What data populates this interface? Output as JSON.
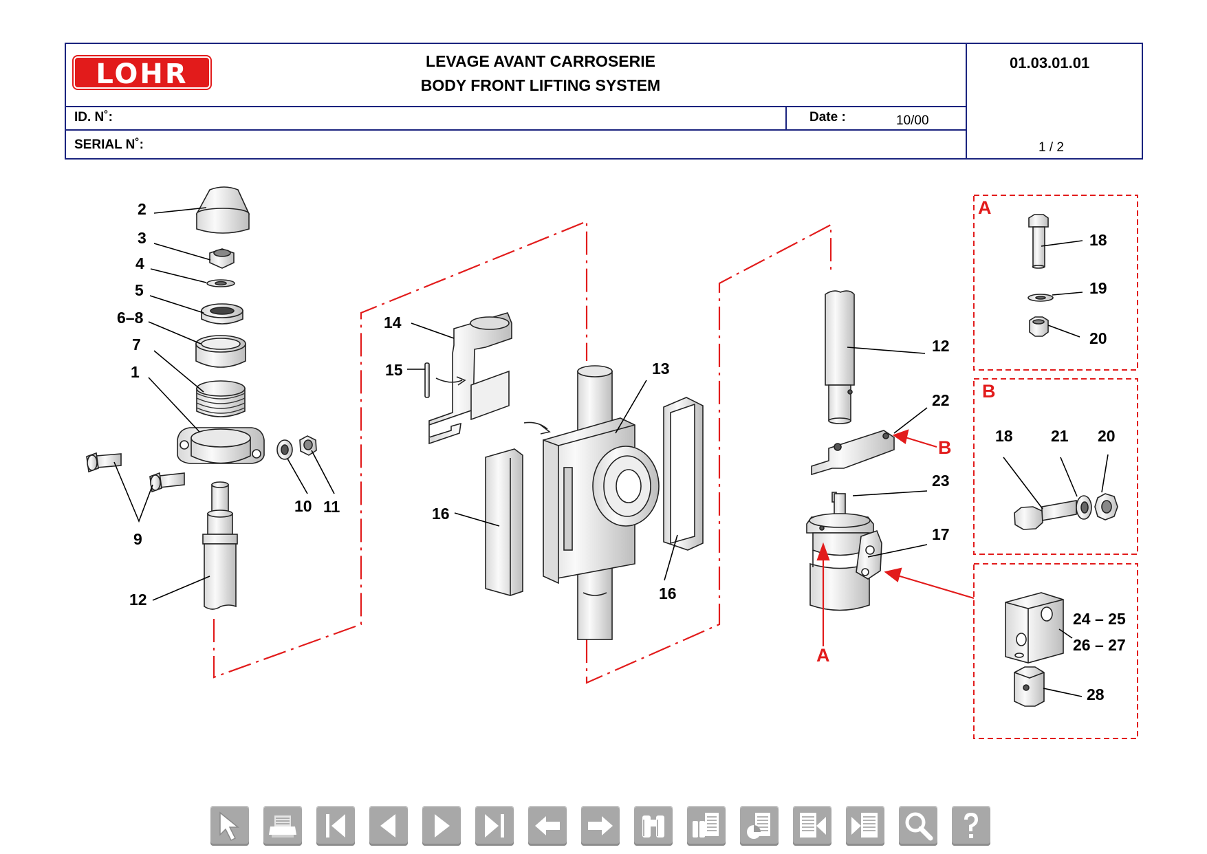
{
  "header": {
    "brand": "LOHR",
    "title_fr": "LEVAGE AVANT CARROSERIE",
    "title_en": "BODY FRONT LIFTING SYSTEM",
    "doc_number": "01.03.01.01",
    "id_label": "ID. N˚:",
    "id_value": "",
    "date_label": "Date :",
    "date_value": "10/00",
    "serial_label": "SERIAL N˚:",
    "serial_value": "",
    "page": "1 / 2"
  },
  "callouts": [
    "2",
    "3",
    "4",
    "5",
    "6–8",
    "7",
    "1",
    "9",
    "10",
    "11",
    "12",
    "14",
    "15",
    "16",
    "13",
    "16",
    "12",
    "22",
    "23",
    "17",
    "18",
    "19",
    "20",
    "18",
    "21",
    "20",
    "24 – 25",
    "26 – 27",
    "28"
  ],
  "detail_labels": {
    "a_box": "A",
    "b_box": "B",
    "b_arrow": "B",
    "a_arrow": "A"
  },
  "toolbar": {
    "buttons": [
      {
        "icon": "pointer-icon"
      },
      {
        "icon": "print-icon"
      },
      {
        "icon": "first-page-icon"
      },
      {
        "icon": "previous-page-icon"
      },
      {
        "icon": "next-page-icon"
      },
      {
        "icon": "last-page-icon"
      },
      {
        "icon": "back-icon"
      },
      {
        "icon": "forward-icon"
      },
      {
        "icon": "find-icon"
      },
      {
        "icon": "find-in-list-icon"
      },
      {
        "icon": "parts-list-icon"
      },
      {
        "icon": "export-list-icon"
      },
      {
        "icon": "import-list-icon"
      },
      {
        "icon": "zoom-icon"
      },
      {
        "icon": "help-icon"
      }
    ]
  },
  "colors": {
    "frame": "#1a237e",
    "accent": "#e21b1b",
    "button": "#a8a8a8"
  }
}
